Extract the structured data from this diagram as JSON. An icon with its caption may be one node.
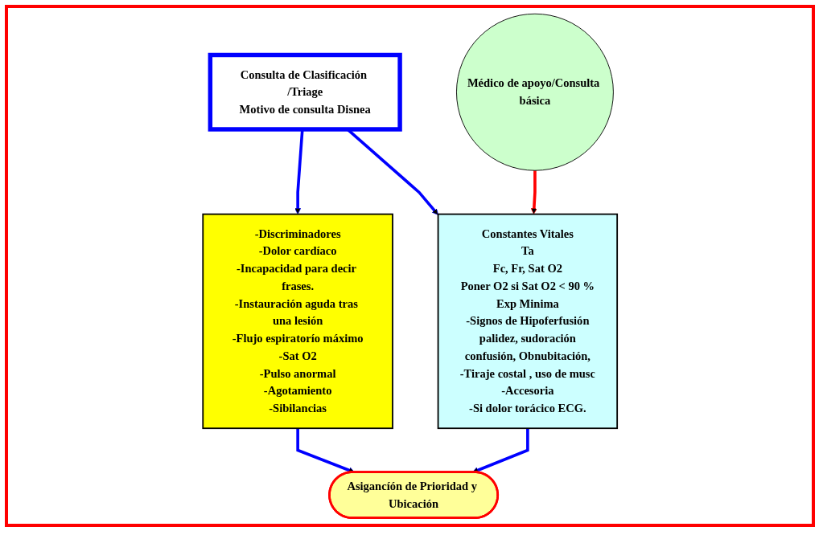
{
  "diagram": {
    "nodes": [
      {
        "text": [
          "Consulta de Clasificación /Triage",
          "Motivo de consulta Disnea"
        ]
      },
      {
        "text": [
          "-Discriminadores",
          "-Dolor cardíaco",
          "-Incapacidad para decir frases.",
          "-Instauración aguda tras una lesión",
          "-Flujo espiratorío máximo",
          "-Sat O2",
          "-Pulso anormal",
          "-Agotamiento",
          "-Sibilancias"
        ]
      },
      {
        "text": [
          "Constantes Vitales",
          "Ta",
          "Fc, Fr, Sat O2",
          "Poner O2 si Sat O2 < 90 %",
          "Exp Minima",
          "-Signos de Hipoferfusión",
          "palidez, sudoración",
          "confusión, Obnubitación,",
          "-Tiraje costal , uso de musc",
          "-Accesoria",
          "-Si dolor torácico ECG."
        ]
      },
      {
        "text": [
          "Médico de apoyo/Consulta básica"
        ]
      },
      {
        "text": [
          "Asigancíón de Prioridad y Ubicación"
        ]
      }
    ],
    "edges": [
      {
        "from": 0,
        "to": 1,
        "arrow": "to"
      },
      {
        "from": 0,
        "to": 2,
        "arrow": "to"
      },
      {
        "from": 3,
        "to": 2,
        "arrow": "to",
        "color": "#ff0000"
      },
      {
        "from": 1,
        "to": 4,
        "arrow": "to"
      },
      {
        "from": 2,
        "to": 4,
        "arrow": "to"
      }
    ]
  }
}
